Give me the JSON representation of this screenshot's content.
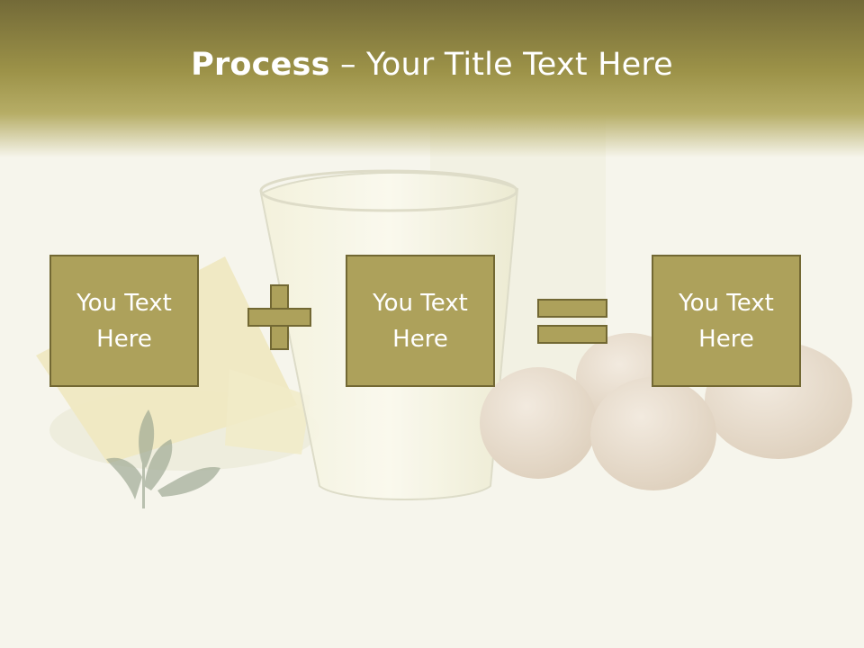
{
  "slide": {
    "title_bold": "Process",
    "title_rest": " – Your Title Text Here"
  },
  "process": {
    "box1": "You Text\nHere",
    "box2": "You Text\nHere",
    "box3": "You Text\nHere",
    "operator1_icon": "plus-icon",
    "operator2_icon": "equals-icon"
  },
  "colors": {
    "header_dark": "#736a38",
    "box_fill": "#ada15b",
    "box_border": "#726833",
    "text": "#ffffff"
  }
}
